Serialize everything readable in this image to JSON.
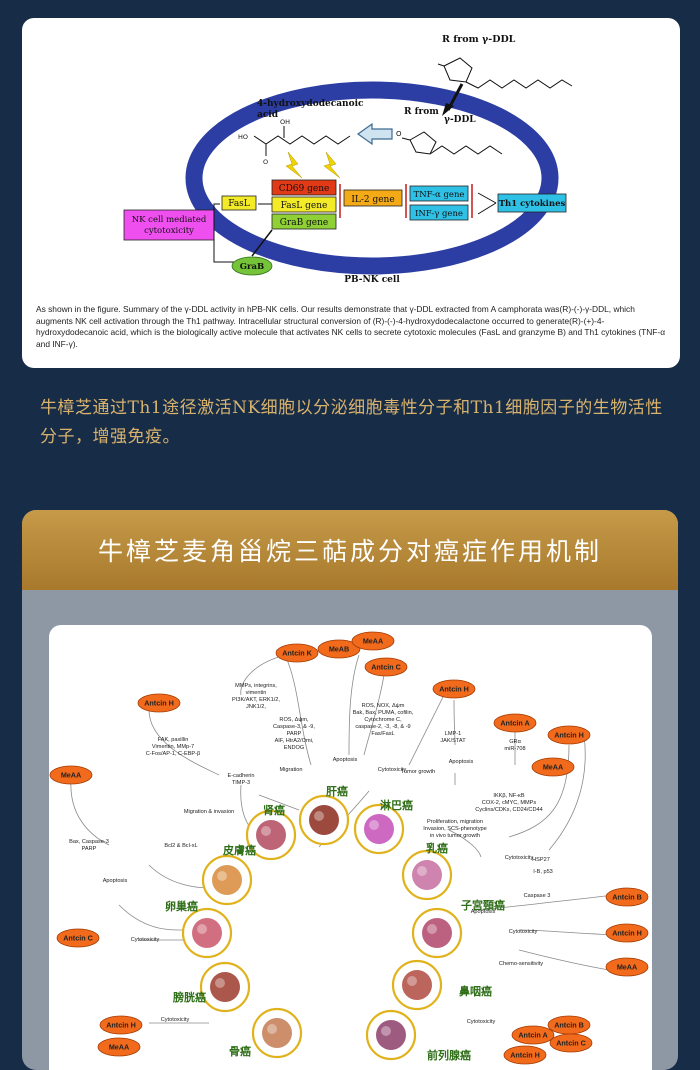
{
  "figure1": {
    "r_gamma_top": "R from γ-DDL",
    "r_from": "R from",
    "gamma_ddl": "γ-DDL",
    "acid_line1": "4-hydroxydodecanoic",
    "acid_line2": "acid",
    "oh": "OH",
    "ho": "HO",
    "o": "O",
    "cd69": "CD69 gene",
    "fasl_gene": "FasL gene",
    "grab_gene": "GraB gene",
    "fasl": "FasL",
    "il2": "IL-2 gene",
    "tnf": "TNF-α gene",
    "ifn": "INF-γ gene",
    "th1": "Th1 cytokines",
    "nk_line1": "NK cell mediated",
    "nk_line2": "cytotoxicity",
    "grab": "GraB",
    "pbnk": "PB-NK cell",
    "caption": "As shown in the figure. Summary of the γ-DDL activity in hPB-NK cells. Our results demonstrate that γ-DDL extracted from A camphorata was(R)-(-)-γ-DDL, which augments NK cell activation through the Th1 pathway. Intracellular structural conversion of (R)-(-)-4-hydroxydodecalactone occurred to generate(R)-(+)-4-hydroxydodecanoic acid, which is the biologically active molecule that activates NK cells to secrete cytotoxic molecules (FasL and granzyme B) and Th1 cytokines (TNF-α and INF-γ)."
  },
  "intro_text": "牛樟芝通过Th1途径激活NK细胞以分泌细胞毒性分子和Th1细胞因子的生物活性分子，增强免疫。",
  "section_title": "牛樟芝麦角甾烷三萜成分对癌症作用机制",
  "figure2": {
    "compounds": {
      "antcin_k": "Antcin K",
      "meab": "MeAB",
      "meaa": "MeAA",
      "antcin_c": "Antcin C",
      "antcin_h": "Antcin H",
      "antcin_a": "Antcin A",
      "antcin_b": "Antcin B"
    },
    "cancers": {
      "liver": "肝癌",
      "kidney": "肾癌",
      "lymphoma": "淋巴癌",
      "skin": "皮膚癌",
      "breast": "乳癌",
      "ovarian": "卵巢癌",
      "cervical": "子宮頸癌",
      "bladder": "膀胱癌",
      "nasopharyngeal": "鼻咽癌",
      "bone": "骨癌",
      "prostate": "前列腺癌"
    },
    "texts": {
      "mmps": [
        "MMPs, integrins,",
        "vimentin",
        "PI3K/AKT, ERK1/2,",
        "JNK1/2,"
      ],
      "ros1": [
        "ROS, Δψm,",
        "Caspase-3, & -9,",
        "PARP",
        "AIF, HtrA2/Omi,",
        "ENDOG"
      ],
      "ros2": [
        "ROS, NOX, Δψm",
        "Bak, Bax, PUMA, cofilin,",
        "Cytochrome C,",
        "caspase-2, -3, -8, & -9",
        "Fas/FasL"
      ],
      "lmp": [
        "LMP-1",
        "JAK/STAT"
      ],
      "fak": [
        "FAK, paxillin",
        "Vimentin, MMp-7",
        "C-Fos/AP-1, C-EBP-β"
      ],
      "ecad": [
        "E-cadherin",
        "TIMP-3"
      ],
      "gr": [
        "GRα",
        "miR-708"
      ],
      "ikk": [
        "IKKβ, NF-κB",
        "COX-2, cMYC, MMPs",
        "Cyclins/CDKs, CD24/CD44"
      ],
      "prolif": [
        "Proliferation, migration",
        "Invasion, SCS-phenotype",
        "in vivo tumor growth"
      ],
      "bax": [
        "Bax, Caspase-3",
        "PARP"
      ],
      "bcl": "Bcl2 & Bcl-xL",
      "migration": "Migration",
      "apoptosis": "Apoptosis",
      "cytotoxicity": "Cytotoxicity",
      "tumor_growth": "Tumor growth",
      "mig_inv": "Migration & invasion",
      "hsp": "HSP27",
      "ikb": "I-B, p53",
      "caspase3": "Caspase 3",
      "chemo": "Chemo-sensitivity"
    }
  }
}
